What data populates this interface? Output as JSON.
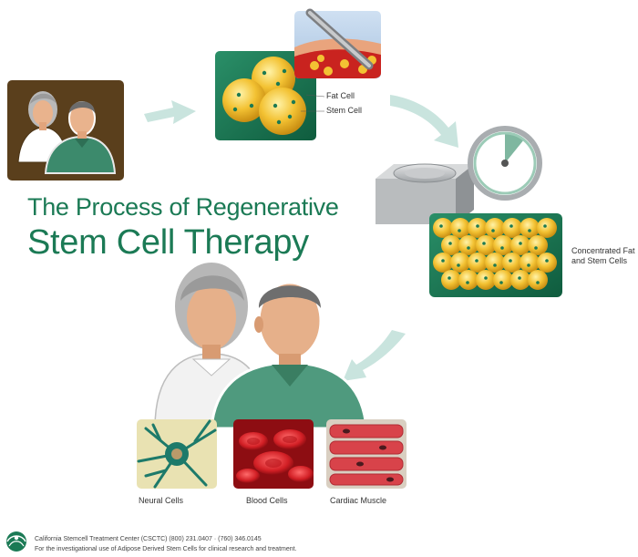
{
  "title": {
    "line1": "The Process of Regenerative",
    "line2": "Stem Cell Therapy"
  },
  "callouts": {
    "fat_cell": "Fat Cell",
    "stem_cell": "Stem Cell",
    "concentrated": "Concentrated Fat and Stem Cells"
  },
  "results": [
    {
      "label": "Neural Cells"
    },
    {
      "label": "Blood Cells"
    },
    {
      "label": "Cardiac Muscle"
    }
  ],
  "footer": {
    "line1": "California Stemcell Treatment Center (CSCTC)   (800) 231.0407 · (760) 346.0145",
    "line2": "For the investigational use of Adipose Derived Stem Cells for clinical research and treatment."
  },
  "colors": {
    "brand_green": "#1b7a55",
    "arrow": "#c9e4de",
    "fat_yellow": "#f3c233",
    "tile_green": "#1e7a57",
    "tile_brown": "#5a3f1c"
  }
}
